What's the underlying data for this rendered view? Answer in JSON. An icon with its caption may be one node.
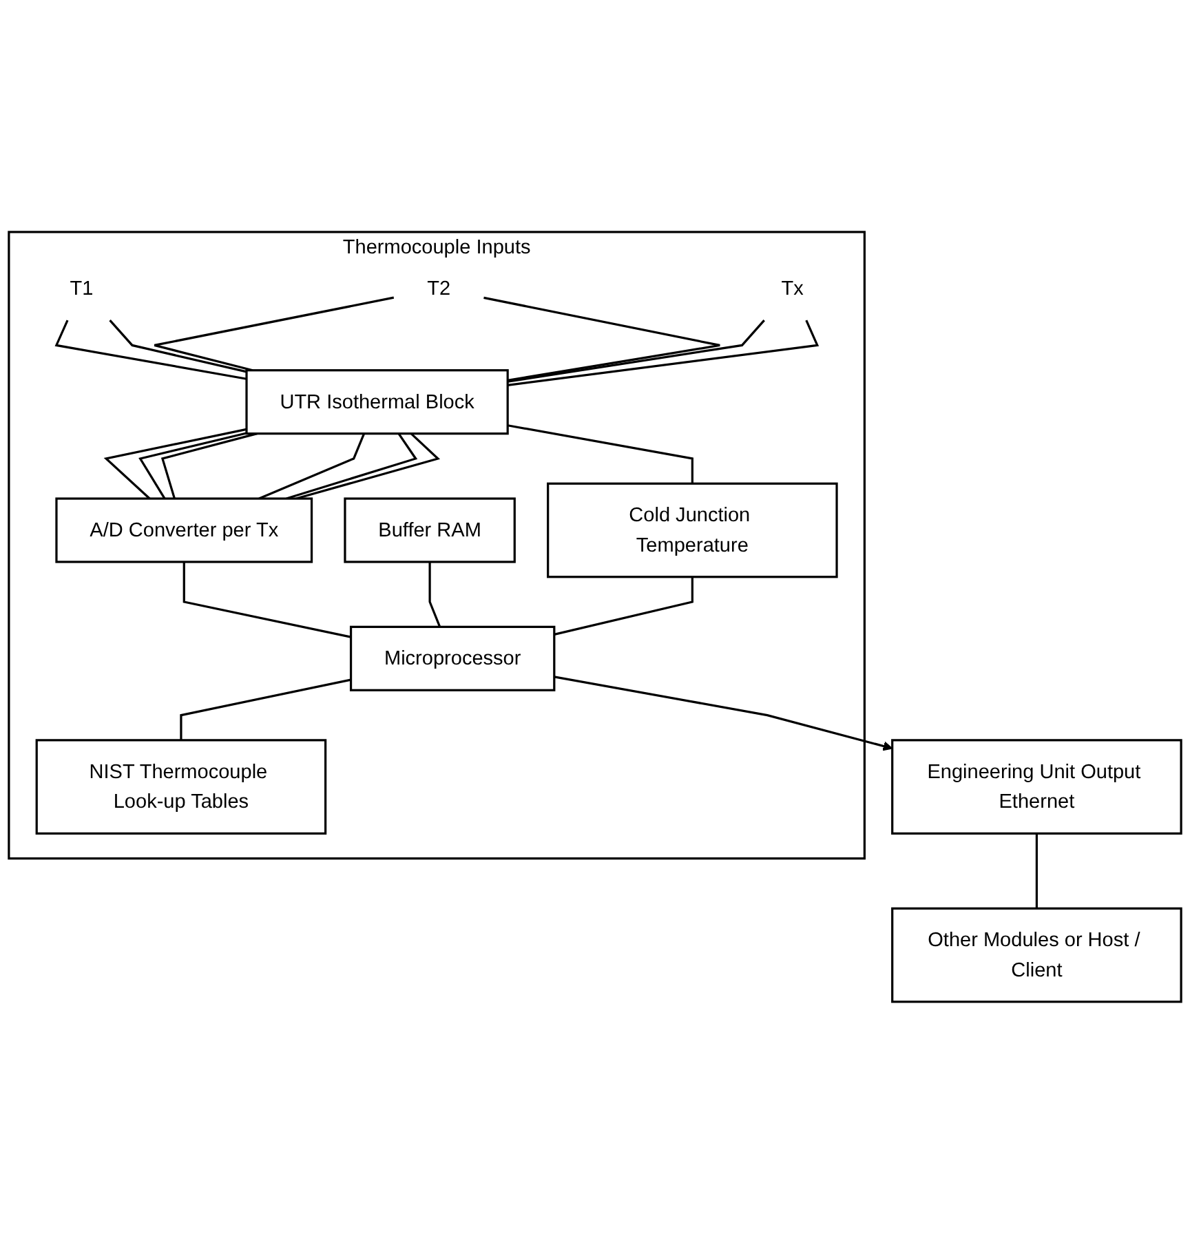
{
  "diagram": {
    "nodes": [
      {
        "text": [
          "Thermocouple Inputs"
        ]
      },
      {
        "text": [
          "T1"
        ],
        "in": 0
      },
      {
        "text": [
          "T2"
        ],
        "in": 0
      },
      {
        "text": [
          "Tx"
        ],
        "in": 0
      },
      {
        "text": [
          "UTR Isothermal Block"
        ],
        "in": 0
      },
      {
        "text": [
          "A/D Converter per Tx"
        ],
        "in": 0
      },
      {
        "text": [
          "Buffer RAM"
        ],
        "in": 0
      },
      {
        "text": [
          "Cold Junction Temperature"
        ],
        "in": 0
      },
      {
        "text": [
          "Microprocessor"
        ],
        "in": 0
      },
      {
        "text": [
          "NIST Thermocouple Look-up Tables"
        ],
        "in": 0
      },
      {
        "text": [
          "Engineering Unit Output Ethernet"
        ]
      },
      {
        "text": [
          "Other Modules or Host / Client"
        ]
      }
    ],
    "edges": [
      {
        "from": 1,
        "to": 4,
        "arrow": "none"
      },
      {
        "from": 1,
        "to": 4,
        "arrow": "none"
      },
      {
        "from": 2,
        "to": 4,
        "arrow": "none"
      },
      {
        "from": 2,
        "to": 4,
        "arrow": "none"
      },
      {
        "from": 3,
        "to": 4,
        "arrow": "none"
      },
      {
        "from": 3,
        "to": 4,
        "arrow": "none"
      },
      {
        "from": 4,
        "to": 5,
        "arrow": "none"
      },
      {
        "from": 4,
        "to": 5,
        "arrow": "none"
      },
      {
        "from": 4,
        "to": 5,
        "arrow": "none"
      },
      {
        "from": 4,
        "to": 5,
        "arrow": "none"
      },
      {
        "from": 4,
        "to": 5,
        "arrow": "none"
      },
      {
        "from": 4,
        "to": 5,
        "arrow": "none"
      },
      {
        "from": 4,
        "to": 7,
        "arrow": "none"
      },
      {
        "from": 5,
        "to": 8,
        "arrow": "none"
      },
      {
        "from": 6,
        "to": 8,
        "arrow": "none"
      },
      {
        "from": 7,
        "to": 8,
        "arrow": "none"
      },
      {
        "from": 8,
        "to": 9,
        "arrow": "none"
      },
      {
        "from": 8,
        "to": 10,
        "arrow": "to"
      },
      {
        "from": 10,
        "to": 11,
        "arrow": "none"
      }
    ]
  }
}
